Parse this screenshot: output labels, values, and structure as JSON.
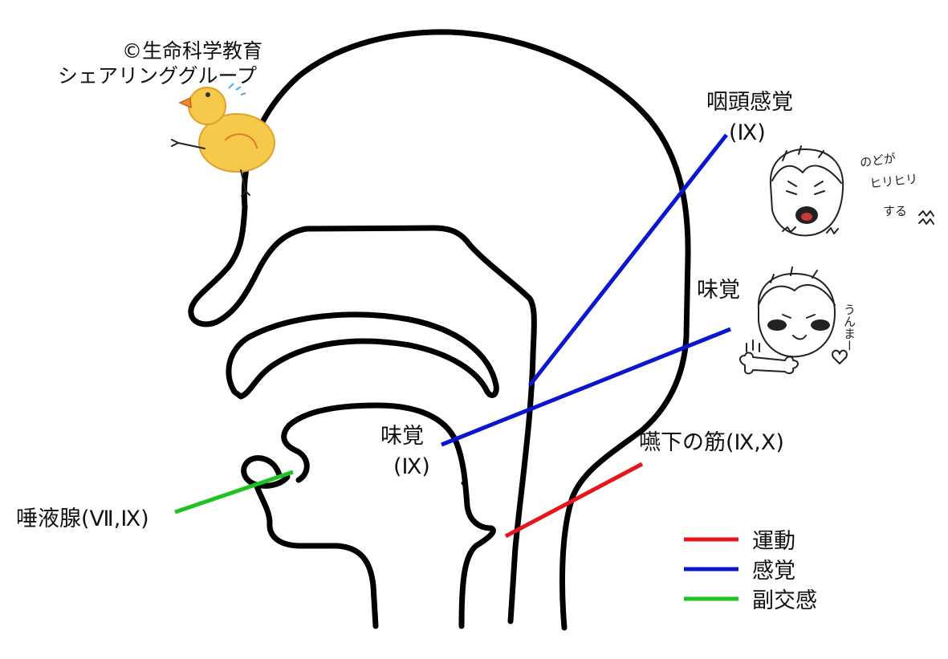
{
  "copyright": {
    "line1": "©生命科学教育",
    "line2": "シェアリンググループ"
  },
  "labels": {
    "pharynx_sense": {
      "line1": "咽頭感覚",
      "line2": "(Ⅸ)"
    },
    "taste_right": "味覚",
    "taste_mouth": {
      "line1": "味覚",
      "line2": "(Ⅸ)"
    },
    "swallow_muscle": "嚥下の筋(Ⅸ,Ⅹ)",
    "salivary": "唾液腺(Ⅶ,Ⅸ)"
  },
  "doodles": {
    "throat_face": {
      "line1": "のどが",
      "line2": "ヒリヒリ",
      "line3": "する"
    },
    "taste_face": "うんまー"
  },
  "colors": {
    "motor": "#e5161c",
    "sensory": "#0b16cf",
    "parasympathetic": "#1cc321",
    "outline": "#000000",
    "chick": "#f5c94a"
  },
  "legend": [
    {
      "label": "運動",
      "color": "#e5161c"
    },
    {
      "label": "感覚",
      "color": "#0b16cf"
    },
    {
      "label": "副交感",
      "color": "#1cc321"
    }
  ]
}
